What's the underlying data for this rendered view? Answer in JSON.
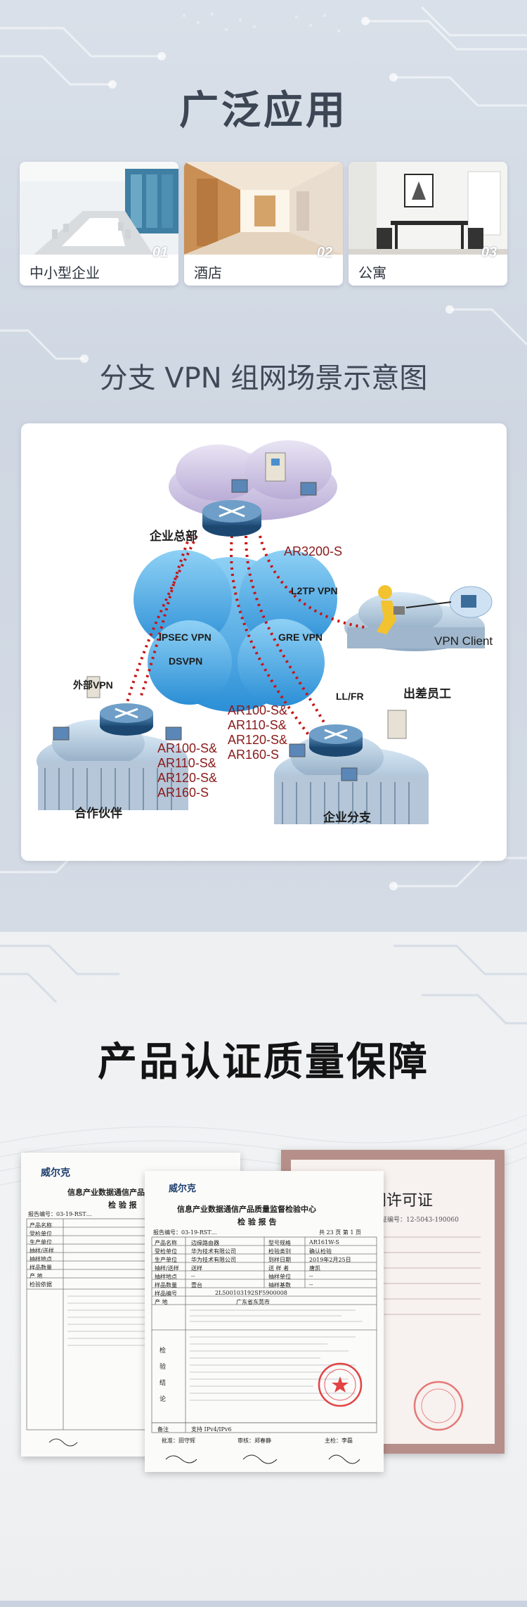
{
  "applications": {
    "title": "广泛应用",
    "cards": [
      {
        "label": "中小型企业",
        "num": "01"
      },
      {
        "label": "酒店",
        "num": "02"
      },
      {
        "label": "公寓",
        "num": "03"
      }
    ]
  },
  "vpn": {
    "title": "分支 VPN 组网场景示意图",
    "labels": {
      "hq": "企业总部",
      "hq_router": "AR3200-S",
      "l2tp": "L2TP VPN",
      "vpn_client": "VPN Client",
      "traveler": "出差员工",
      "ipsec": "IPSEC VPN",
      "dsvpn": "DSVPN",
      "gre": "GRE VPN",
      "llfr": "LL/FR",
      "ext_vpn": "外部VPN",
      "partner_models": "AR100-S&\nAR110-S&\nAR120-S&\nAR160-S",
      "partner": "合作伙伴",
      "branch_models": "AR100-S&\nAR110-S&\nAR120-S&\nAR160-S",
      "branch": "企业分支"
    }
  },
  "certification": {
    "title": "产品认证质量保障",
    "report_back": {
      "brand": "威尔克",
      "title": "信息产业数据通信产品质",
      "subtitle": "检 验 报",
      "report_no": "报告编号：03-19-RST…",
      "rows": [
        "产品名称",
        "受检单位",
        "生产单位",
        "抽样/送样",
        "抽样地点",
        "样品数量",
        "产 地",
        "检验依据"
      ]
    },
    "report_front": {
      "brand": "威尔克",
      "title": "信息产业数据通信产品质量监督检验中心",
      "subtitle": "检 验 报 告",
      "report_no": "报告编号：03-19-RST…",
      "page": "共 23 页  第 1 页",
      "rows": [
        {
          "k": "产品名称",
          "v": "边缘路由器",
          "k2": "型号规格",
          "v2": "AR161W-S"
        },
        {
          "k": "受检单位",
          "v": "华为技术有限公司",
          "k2": "检验类别",
          "v2": "确认检验"
        },
        {
          "k": "生产单位",
          "v": "华为技术有限公司",
          "k2": "到样日期",
          "v2": "2019年2月25日"
        },
        {
          "k": "抽样/送样",
          "v": "送样",
          "k2": "送 样 者",
          "v2": "唐凯"
        },
        {
          "k": "抽样地点",
          "v": "--",
          "k2": "抽样单位",
          "v2": "--"
        },
        {
          "k": "样品数量",
          "v": "壹台",
          "k2": "抽样基数",
          "v2": "--"
        },
        {
          "k": "样品编号",
          "v": "2L500103192SF5900008",
          "k2": "",
          "v2": ""
        },
        {
          "k": "产 地",
          "v": "广东省东莞市",
          "k2": "",
          "v2": ""
        }
      ],
      "conclusion_label": "检验结论",
      "remark": "备注",
      "remark_val": "支持 IPv4/IPv6",
      "signers": [
        "批准：田守辉",
        "审核：郑春静",
        "主检：李磊"
      ]
    },
    "license": {
      "title": "进网许可证",
      "number": "许可证编号：12-5043-190060"
    }
  }
}
